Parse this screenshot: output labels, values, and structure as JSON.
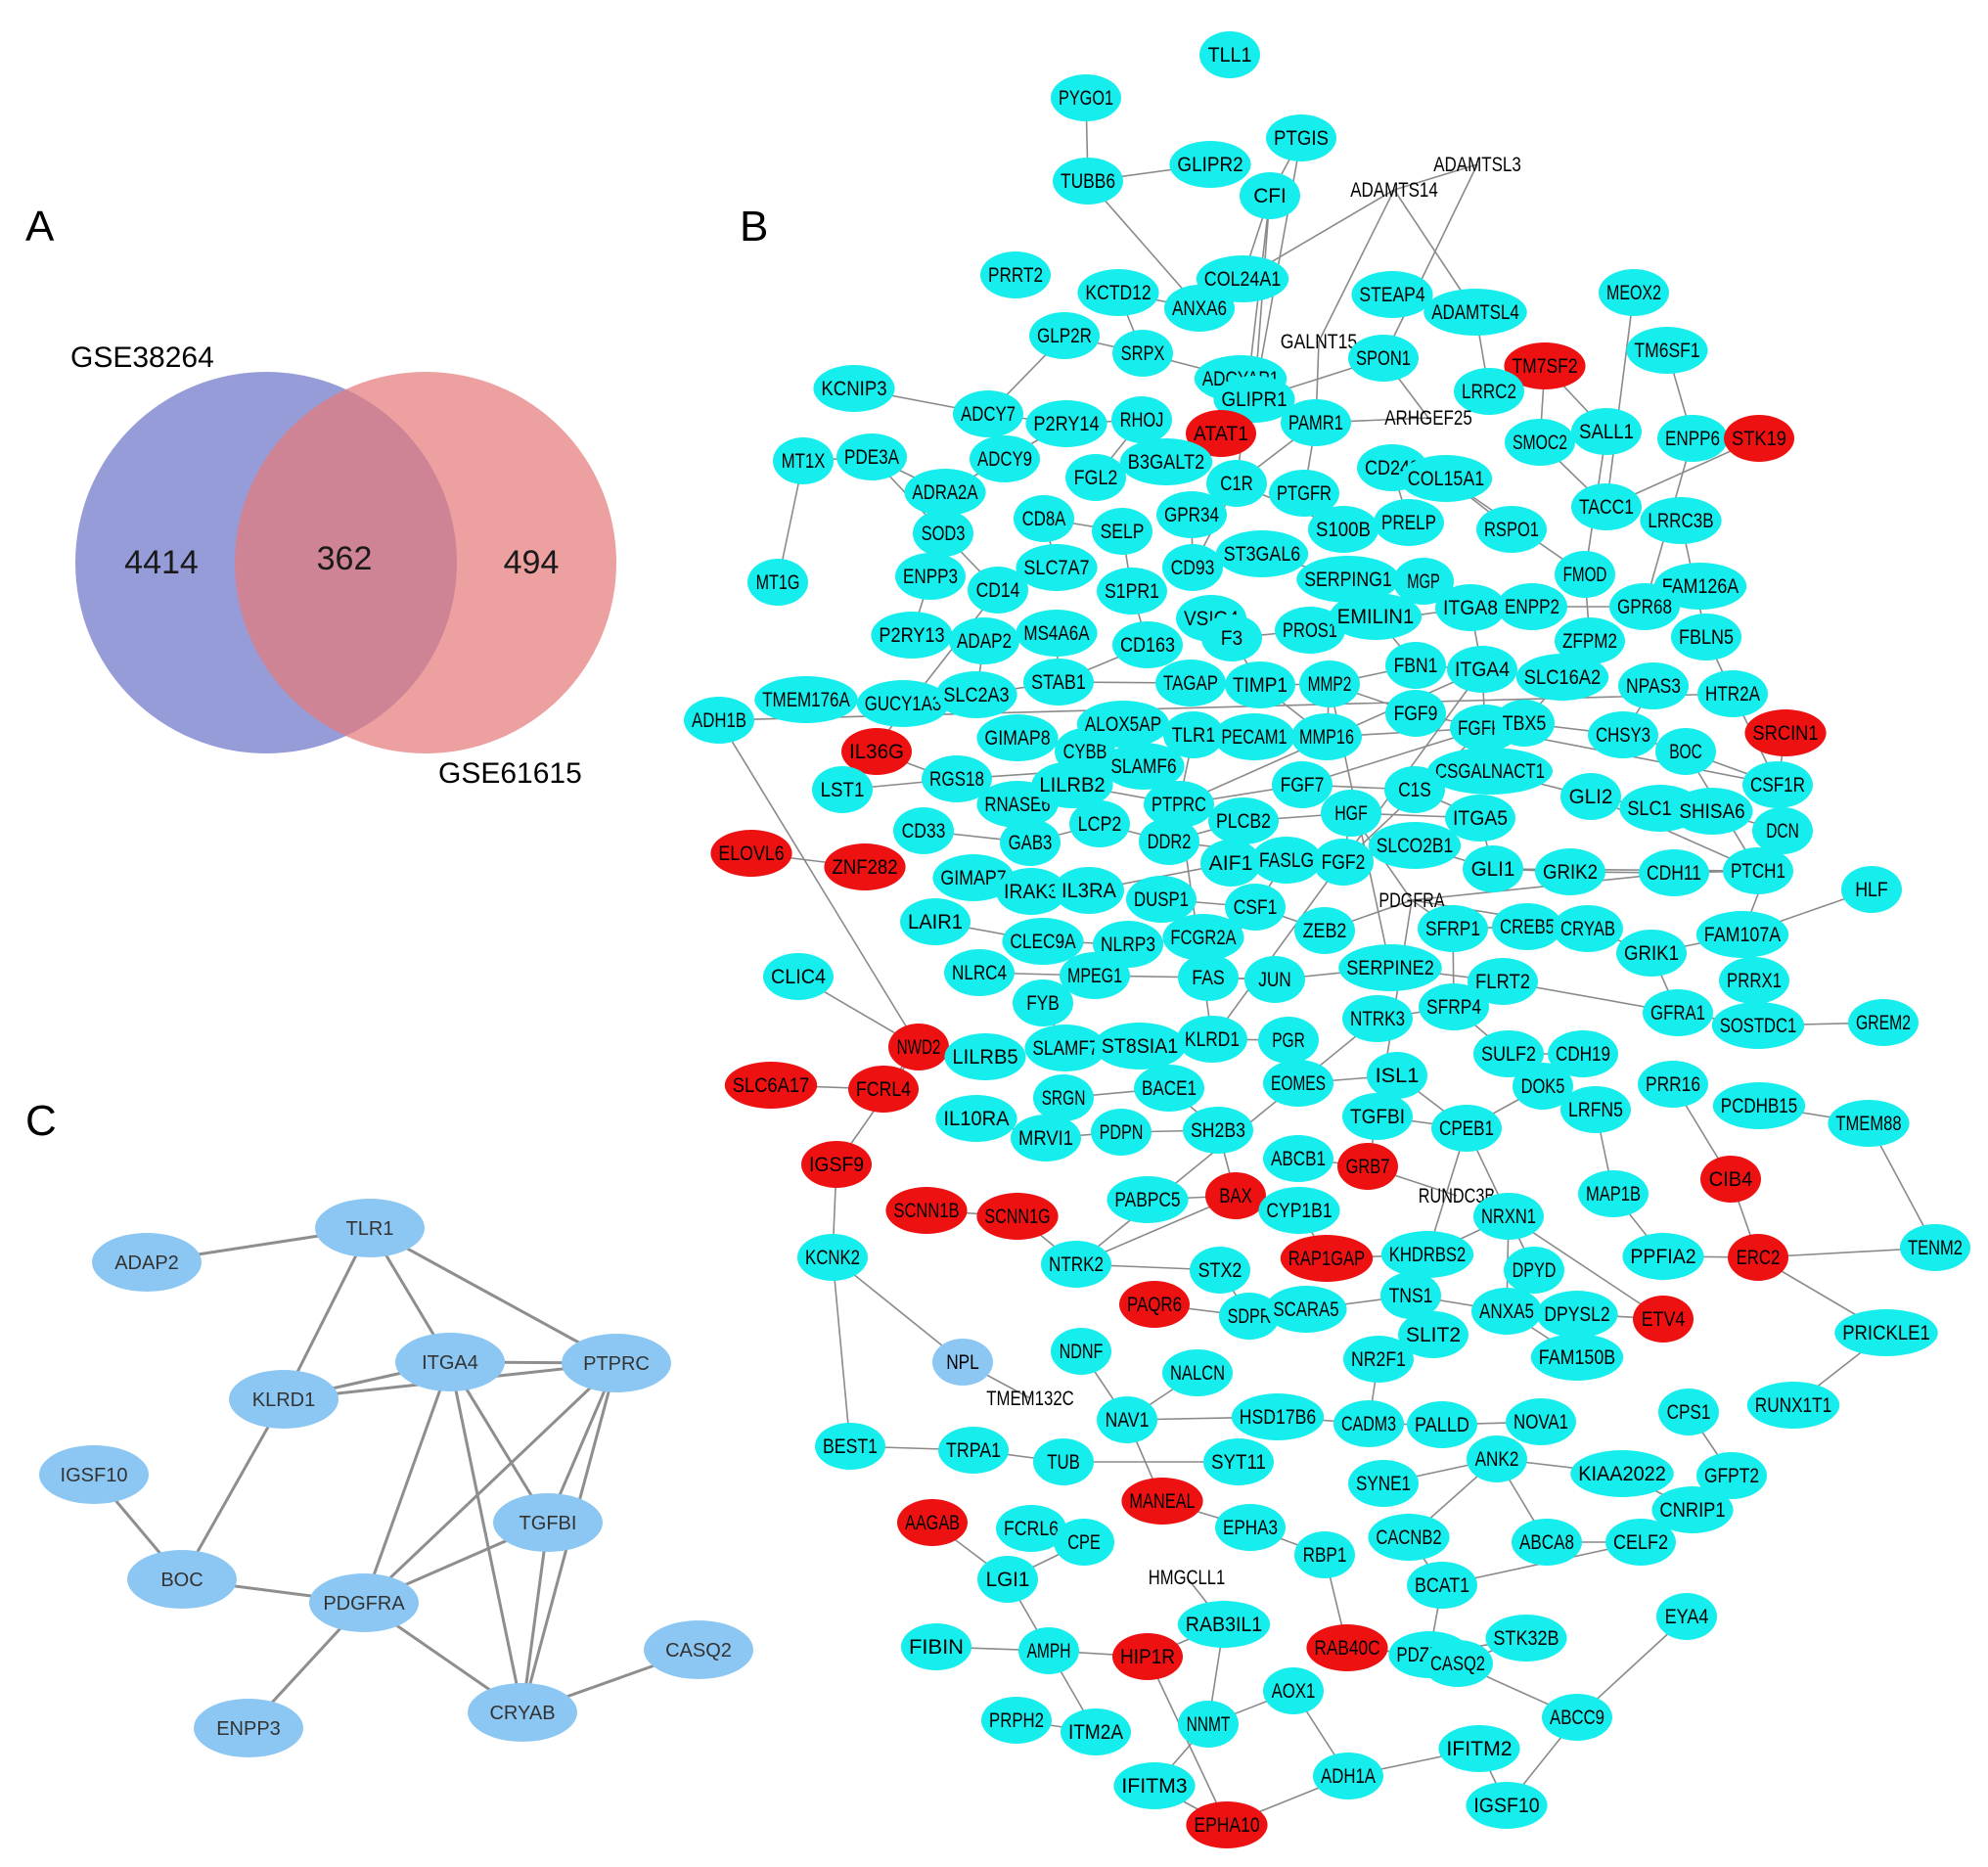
{
  "panels": {
    "a": "A",
    "b": "B",
    "c": "C"
  },
  "venn": {
    "left_set": "GSE38264",
    "right_set": "GSE61615",
    "left_only": "4414",
    "intersection": "362",
    "right_only": "494",
    "left_color": "#7f86cf",
    "right_color": "#e47b7b",
    "overlap_color": "#a65468"
  },
  "network": {
    "node_colors": {
      "cyan": "#16eded",
      "red": "#ee1111",
      "lightblue": "#8cc7f3"
    },
    "nodes": [
      {
        "id": "TLL1",
        "c": "cyan"
      },
      {
        "id": "PYGO1",
        "c": "cyan"
      },
      {
        "id": "PTGIS",
        "c": "cyan"
      },
      {
        "id": "ADAMTSL3",
        "c": "none"
      },
      {
        "id": "TUBB6",
        "c": "cyan"
      },
      {
        "id": "GLIPR2",
        "c": "cyan"
      },
      {
        "id": "CFI",
        "c": "cyan"
      },
      {
        "id": "ADAMTS14",
        "c": "none"
      },
      {
        "id": "PRRT2",
        "c": "cyan"
      },
      {
        "id": "KCTD12",
        "c": "cyan"
      },
      {
        "id": "ANXA6",
        "c": "cyan"
      },
      {
        "id": "COL24A1",
        "c": "cyan"
      },
      {
        "id": "STEAP4",
        "c": "cyan"
      },
      {
        "id": "ADAMTSL4",
        "c": "cyan"
      },
      {
        "id": "MEOX2",
        "c": "cyan"
      },
      {
        "id": "GLP2R",
        "c": "cyan"
      },
      {
        "id": "SRPX",
        "c": "cyan"
      },
      {
        "id": "GALNT15",
        "c": "none"
      },
      {
        "id": "SPON1",
        "c": "cyan"
      },
      {
        "id": "TM7SF2",
        "c": "red"
      },
      {
        "id": "TM6SF1",
        "c": "cyan"
      },
      {
        "id": "KCNIP3",
        "c": "cyan"
      },
      {
        "id": "ADCYAP1",
        "c": "cyan"
      },
      {
        "id": "GLIPR1",
        "c": "cyan"
      },
      {
        "id": "LRRC2",
        "c": "cyan"
      },
      {
        "id": "ADCY7",
        "c": "cyan"
      },
      {
        "id": "P2RY14",
        "c": "cyan"
      },
      {
        "id": "RHOJ",
        "c": "cyan"
      },
      {
        "id": "ATAT1",
        "c": "red"
      },
      {
        "id": "PAMR1",
        "c": "cyan"
      },
      {
        "id": "ARHGEF25",
        "c": "none"
      },
      {
        "id": "SALL1",
        "c": "cyan"
      },
      {
        "id": "SMOC2",
        "c": "cyan"
      },
      {
        "id": "ENPP6",
        "c": "cyan"
      },
      {
        "id": "STK19",
        "c": "red"
      },
      {
        "id": "MT1X",
        "c": "cyan"
      },
      {
        "id": "PDE3A",
        "c": "cyan"
      },
      {
        "id": "ADCY9",
        "c": "cyan"
      },
      {
        "id": "B3GALT2",
        "c": "cyan"
      },
      {
        "id": "ADRA2A",
        "c": "cyan"
      },
      {
        "id": "FGL2",
        "c": "cyan"
      },
      {
        "id": "C1R",
        "c": "cyan"
      },
      {
        "id": "CD248",
        "c": "cyan"
      },
      {
        "id": "COL15A1",
        "c": "cyan"
      },
      {
        "id": "PTGFR",
        "c": "cyan"
      },
      {
        "id": "TACC1",
        "c": "cyan"
      },
      {
        "id": "SOD3",
        "c": "cyan"
      },
      {
        "id": "CD8A",
        "c": "cyan"
      },
      {
        "id": "SELP",
        "c": "cyan"
      },
      {
        "id": "GPR34",
        "c": "cyan"
      },
      {
        "id": "S100B",
        "c": "cyan"
      },
      {
        "id": "PRELP",
        "c": "cyan"
      },
      {
        "id": "RSPO1",
        "c": "cyan"
      },
      {
        "id": "LRRC3B",
        "c": "cyan"
      },
      {
        "id": "MT1G",
        "c": "cyan"
      },
      {
        "id": "ENPP3",
        "c": "cyan"
      },
      {
        "id": "CD14",
        "c": "cyan"
      },
      {
        "id": "SLC7A7",
        "c": "cyan"
      },
      {
        "id": "CD93",
        "c": "cyan"
      },
      {
        "id": "ST3GAL6",
        "c": "cyan"
      },
      {
        "id": "SERPING1",
        "c": "cyan"
      },
      {
        "id": "MGP",
        "c": "cyan"
      },
      {
        "id": "FMOD",
        "c": "cyan"
      },
      {
        "id": "FAM126A",
        "c": "cyan"
      },
      {
        "id": "S1PR1",
        "c": "cyan"
      },
      {
        "id": "VSIG4",
        "c": "cyan"
      },
      {
        "id": "ITGA8",
        "c": "cyan"
      },
      {
        "id": "ENPP2",
        "c": "cyan"
      },
      {
        "id": "GPR68",
        "c": "cyan"
      },
      {
        "id": "P2RY13",
        "c": "cyan"
      },
      {
        "id": "ADAP2",
        "c": "cyan"
      },
      {
        "id": "MS4A6A",
        "c": "cyan"
      },
      {
        "id": "CD163",
        "c": "cyan"
      },
      {
        "id": "F3",
        "c": "cyan"
      },
      {
        "id": "PROS1",
        "c": "cyan"
      },
      {
        "id": "EMILIN1",
        "c": "cyan"
      },
      {
        "id": "ZFPM2",
        "c": "cyan"
      },
      {
        "id": "FBLN5",
        "c": "cyan"
      },
      {
        "id": "ADH1B",
        "c": "cyan"
      },
      {
        "id": "TMEM176A",
        "c": "cyan"
      },
      {
        "id": "GUCY1A3",
        "c": "cyan"
      },
      {
        "id": "SLC2A3",
        "c": "cyan"
      },
      {
        "id": "STAB1",
        "c": "cyan"
      },
      {
        "id": "TAGAP",
        "c": "cyan"
      },
      {
        "id": "TIMP1",
        "c": "cyan"
      },
      {
        "id": "MMP2",
        "c": "cyan"
      },
      {
        "id": "FBN1",
        "c": "cyan"
      },
      {
        "id": "ITGA4",
        "c": "cyan"
      },
      {
        "id": "SLC16A2",
        "c": "cyan"
      },
      {
        "id": "NPAS3",
        "c": "cyan"
      },
      {
        "id": "HTR2A",
        "c": "cyan"
      },
      {
        "id": "IL36G",
        "c": "red"
      },
      {
        "id": "GIMAP8",
        "c": "cyan"
      },
      {
        "id": "CYBB",
        "c": "cyan"
      },
      {
        "id": "ALOX5AP",
        "c": "cyan"
      },
      {
        "id": "TLR1",
        "c": "cyan"
      },
      {
        "id": "PECAM1",
        "c": "cyan"
      },
      {
        "id": "MMP16",
        "c": "cyan"
      },
      {
        "id": "FGF9",
        "c": "cyan"
      },
      {
        "id": "FGFR1",
        "c": "cyan"
      },
      {
        "id": "TBX5",
        "c": "cyan"
      },
      {
        "id": "CHSY3",
        "c": "cyan"
      },
      {
        "id": "SRCIN1",
        "c": "red"
      },
      {
        "id": "LST1",
        "c": "cyan"
      },
      {
        "id": "RGS18",
        "c": "cyan"
      },
      {
        "id": "SLAMF6",
        "c": "cyan"
      },
      {
        "id": "CSGALNACT1",
        "c": "cyan"
      },
      {
        "id": "BOC",
        "c": "cyan"
      },
      {
        "id": "CSF1R",
        "c": "cyan"
      },
      {
        "id": "ELOVL6",
        "c": "red"
      },
      {
        "id": "RNASE6",
        "c": "cyan"
      },
      {
        "id": "LILRB2",
        "c": "cyan"
      },
      {
        "id": "PTPRC",
        "c": "cyan"
      },
      {
        "id": "FGF7",
        "c": "cyan"
      },
      {
        "id": "C1S",
        "c": "cyan"
      },
      {
        "id": "GLI2",
        "c": "cyan"
      },
      {
        "id": "SLC1A2",
        "c": "cyan"
      },
      {
        "id": "SHISA6",
        "c": "cyan"
      },
      {
        "id": "CD33",
        "c": "cyan"
      },
      {
        "id": "ZNF282",
        "c": "red"
      },
      {
        "id": "GAB3",
        "c": "cyan"
      },
      {
        "id": "LCP2",
        "c": "cyan"
      },
      {
        "id": "DDR2",
        "c": "cyan"
      },
      {
        "id": "PLCB2",
        "c": "cyan"
      },
      {
        "id": "HGF",
        "c": "cyan"
      },
      {
        "id": "ITGA5",
        "c": "cyan"
      },
      {
        "id": "DCN",
        "c": "cyan"
      },
      {
        "id": "GIMAP7",
        "c": "cyan"
      },
      {
        "id": "IRAK3",
        "c": "cyan"
      },
      {
        "id": "IL3RA",
        "c": "cyan"
      },
      {
        "id": "AIF1",
        "c": "cyan"
      },
      {
        "id": "FASLG",
        "c": "cyan"
      },
      {
        "id": "FGF2",
        "c": "cyan"
      },
      {
        "id": "SLCO2B1",
        "c": "cyan"
      },
      {
        "id": "GLI1",
        "c": "cyan"
      },
      {
        "id": "GRIK2",
        "c": "cyan"
      },
      {
        "id": "CDH11",
        "c": "cyan"
      },
      {
        "id": "PTCH1",
        "c": "cyan"
      },
      {
        "id": "HLF",
        "c": "cyan"
      },
      {
        "id": "LAIR1",
        "c": "cyan"
      },
      {
        "id": "DUSP1",
        "c": "cyan"
      },
      {
        "id": "CSF1",
        "c": "cyan"
      },
      {
        "id": "PDGFRA",
        "c": "none"
      },
      {
        "id": "CLEC9A",
        "c": "cyan"
      },
      {
        "id": "NLRP3",
        "c": "cyan"
      },
      {
        "id": "FCGR2A",
        "c": "cyan"
      },
      {
        "id": "ZEB2",
        "c": "cyan"
      },
      {
        "id": "SFRP1",
        "c": "cyan"
      },
      {
        "id": "CREB5",
        "c": "cyan"
      },
      {
        "id": "CRYAB",
        "c": "cyan"
      },
      {
        "id": "GRIK1",
        "c": "cyan"
      },
      {
        "id": "FAM107A",
        "c": "cyan"
      },
      {
        "id": "NLRC4",
        "c": "cyan"
      },
      {
        "id": "MPEG1",
        "c": "cyan"
      },
      {
        "id": "FAS",
        "c": "cyan"
      },
      {
        "id": "JUN",
        "c": "cyan"
      },
      {
        "id": "SERPINE2",
        "c": "cyan"
      },
      {
        "id": "FLRT2",
        "c": "cyan"
      },
      {
        "id": "PRRX1",
        "c": "cyan"
      },
      {
        "id": "CLIC4",
        "c": "cyan"
      },
      {
        "id": "FYB",
        "c": "cyan"
      },
      {
        "id": "NTRK3",
        "c": "cyan"
      },
      {
        "id": "SFRP4",
        "c": "cyan"
      },
      {
        "id": "GFRA1",
        "c": "cyan"
      },
      {
        "id": "SOSTDC1",
        "c": "cyan"
      },
      {
        "id": "GREM2",
        "c": "cyan"
      },
      {
        "id": "NWD2",
        "c": "red"
      },
      {
        "id": "LILRB5",
        "c": "cyan"
      },
      {
        "id": "SLAMF7",
        "c": "cyan"
      },
      {
        "id": "ST8SIA1",
        "c": "cyan"
      },
      {
        "id": "KLRD1",
        "c": "cyan"
      },
      {
        "id": "PGR",
        "c": "cyan"
      },
      {
        "id": "SULF2",
        "c": "cyan"
      },
      {
        "id": "CDH19",
        "c": "cyan"
      },
      {
        "id": "SLC6A17",
        "c": "red"
      },
      {
        "id": "FCRL4",
        "c": "red"
      },
      {
        "id": "SRGN",
        "c": "cyan"
      },
      {
        "id": "BACE1",
        "c": "cyan"
      },
      {
        "id": "EOMES",
        "c": "cyan"
      },
      {
        "id": "ISL1",
        "c": "cyan"
      },
      {
        "id": "DOK5",
        "c": "cyan"
      },
      {
        "id": "PRR16",
        "c": "cyan"
      },
      {
        "id": "PCDHB15",
        "c": "cyan"
      },
      {
        "id": "IL10RA",
        "c": "cyan"
      },
      {
        "id": "MRVI1",
        "c": "cyan"
      },
      {
        "id": "PDPN",
        "c": "cyan"
      },
      {
        "id": "SH2B3",
        "c": "cyan"
      },
      {
        "id": "TGFBI",
        "c": "cyan"
      },
      {
        "id": "CPEB1",
        "c": "cyan"
      },
      {
        "id": "LRFN5",
        "c": "cyan"
      },
      {
        "id": "TMEM88",
        "c": "cyan"
      },
      {
        "id": "IGSF9",
        "c": "red"
      },
      {
        "id": "ABCB1",
        "c": "cyan"
      },
      {
        "id": "GRB7",
        "c": "red"
      },
      {
        "id": "RUNDC3B",
        "c": "none"
      },
      {
        "id": "CIB4",
        "c": "red"
      },
      {
        "id": "SCNN1B",
        "c": "red"
      },
      {
        "id": "SCNN1G",
        "c": "red"
      },
      {
        "id": "PABPC5",
        "c": "cyan"
      },
      {
        "id": "BAX",
        "c": "red"
      },
      {
        "id": "CYP1B1",
        "c": "cyan"
      },
      {
        "id": "MAP1B",
        "c": "cyan"
      },
      {
        "id": "KCNK2",
        "c": "cyan"
      },
      {
        "id": "NTRK2",
        "c": "cyan"
      },
      {
        "id": "STX2",
        "c": "cyan"
      },
      {
        "id": "RAP1GAP",
        "c": "red"
      },
      {
        "id": "KHDRBS2",
        "c": "cyan"
      },
      {
        "id": "NRXN1",
        "c": "cyan"
      },
      {
        "id": "DPYD",
        "c": "cyan"
      },
      {
        "id": "PPFIA2",
        "c": "cyan"
      },
      {
        "id": "ERC2",
        "c": "red"
      },
      {
        "id": "TENM2",
        "c": "cyan"
      },
      {
        "id": "PAQR6",
        "c": "red"
      },
      {
        "id": "SDPR",
        "c": "cyan"
      },
      {
        "id": "SCARA5",
        "c": "cyan"
      },
      {
        "id": "TNS1",
        "c": "cyan"
      },
      {
        "id": "ANXA5",
        "c": "cyan"
      },
      {
        "id": "DPYSL2",
        "c": "cyan"
      },
      {
        "id": "ETV4",
        "c": "red"
      },
      {
        "id": "NPL",
        "c": "lightblue"
      },
      {
        "id": "NDNF",
        "c": "cyan"
      },
      {
        "id": "SLIT2",
        "c": "cyan"
      },
      {
        "id": "NR2F1",
        "c": "cyan"
      },
      {
        "id": "FAM150B",
        "c": "cyan"
      },
      {
        "id": "PRICKLE1",
        "c": "cyan"
      },
      {
        "id": "TMEM132C",
        "c": "none"
      },
      {
        "id": "NALCN",
        "c": "cyan"
      },
      {
        "id": "NAV1",
        "c": "cyan"
      },
      {
        "id": "HSD17B6",
        "c": "cyan"
      },
      {
        "id": "CADM3",
        "c": "cyan"
      },
      {
        "id": "PALLD",
        "c": "cyan"
      },
      {
        "id": "NOVA1",
        "c": "cyan"
      },
      {
        "id": "CPS1",
        "c": "cyan"
      },
      {
        "id": "RUNX1T1",
        "c": "cyan"
      },
      {
        "id": "BEST1",
        "c": "cyan"
      },
      {
        "id": "TRPA1",
        "c": "cyan"
      },
      {
        "id": "TUB",
        "c": "cyan"
      },
      {
        "id": "SYT11",
        "c": "cyan"
      },
      {
        "id": "SYNE1",
        "c": "cyan"
      },
      {
        "id": "ANK2",
        "c": "cyan"
      },
      {
        "id": "KIAA2022",
        "c": "cyan"
      },
      {
        "id": "GFPT2",
        "c": "cyan"
      },
      {
        "id": "MANEAL",
        "c": "red"
      },
      {
        "id": "AAGAB",
        "c": "red"
      },
      {
        "id": "FCRL6",
        "c": "cyan"
      },
      {
        "id": "CPE",
        "c": "cyan"
      },
      {
        "id": "EPHA3",
        "c": "cyan"
      },
      {
        "id": "CACNB2",
        "c": "cyan"
      },
      {
        "id": "CNRIP1",
        "c": "cyan"
      },
      {
        "id": "CELF2",
        "c": "cyan"
      },
      {
        "id": "ABCA8",
        "c": "cyan"
      },
      {
        "id": "LGI1",
        "c": "cyan"
      },
      {
        "id": "HMGCLL1",
        "c": "none"
      },
      {
        "id": "RBP1",
        "c": "cyan"
      },
      {
        "id": "BCAT1",
        "c": "cyan"
      },
      {
        "id": "EYA4",
        "c": "cyan"
      },
      {
        "id": "FIBIN",
        "c": "cyan"
      },
      {
        "id": "AMPH",
        "c": "cyan"
      },
      {
        "id": "HIP1R",
        "c": "red"
      },
      {
        "id": "RAB3IL1",
        "c": "cyan"
      },
      {
        "id": "RAB40C",
        "c": "red"
      },
      {
        "id": "PDZRN4",
        "c": "cyan"
      },
      {
        "id": "STK32B",
        "c": "cyan"
      },
      {
        "id": "CASQ2",
        "c": "cyan"
      },
      {
        "id": "AOX1",
        "c": "cyan"
      },
      {
        "id": "PRPH2",
        "c": "cyan"
      },
      {
        "id": "ITM2A",
        "c": "cyan"
      },
      {
        "id": "NNMT",
        "c": "cyan"
      },
      {
        "id": "ABCC9",
        "c": "cyan"
      },
      {
        "id": "IFITM2",
        "c": "cyan"
      },
      {
        "id": "IFITM3",
        "c": "cyan"
      },
      {
        "id": "ADH1A",
        "c": "cyan"
      },
      {
        "id": "IGSF10",
        "c": "cyan"
      },
      {
        "id": "EPHA10",
        "c": "red"
      }
    ]
  },
  "subnetwork": {
    "node_color": "#8cc7f3",
    "nodes": [
      {
        "id": "ADAP2"
      },
      {
        "id": "TLR1"
      },
      {
        "id": "ITGA4"
      },
      {
        "id": "PTPRC"
      },
      {
        "id": "KLRD1"
      },
      {
        "id": "IGSF10"
      },
      {
        "id": "TGFBI"
      },
      {
        "id": "BOC"
      },
      {
        "id": "PDGFRA"
      },
      {
        "id": "CASQ2"
      },
      {
        "id": "ENPP3"
      },
      {
        "id": "CRYAB"
      }
    ],
    "edges": [
      [
        "ADAP2",
        "TLR1"
      ],
      [
        "TLR1",
        "ITGA4"
      ],
      [
        "TLR1",
        "PTPRC"
      ],
      [
        "TLR1",
        "KLRD1"
      ],
      [
        "KLRD1",
        "ITGA4"
      ],
      [
        "KLRD1",
        "PTPRC"
      ],
      [
        "KLRD1",
        "BOC"
      ],
      [
        "ITGA4",
        "PTPRC"
      ],
      [
        "ITGA4",
        "TGFBI"
      ],
      [
        "ITGA4",
        "PDGFRA"
      ],
      [
        "ITGA4",
        "CRYAB"
      ],
      [
        "PTPRC",
        "PDGFRA"
      ],
      [
        "PTPRC",
        "CRYAB"
      ],
      [
        "PTPRC",
        "TGFBI"
      ],
      [
        "TGFBI",
        "PDGFRA"
      ],
      [
        "TGFBI",
        "CRYAB"
      ],
      [
        "IGSF10",
        "BOC"
      ],
      [
        "BOC",
        "PDGFRA"
      ],
      [
        "PDGFRA",
        "CRYAB"
      ],
      [
        "PDGFRA",
        "ENPP3"
      ],
      [
        "CRYAB",
        "CASQ2"
      ]
    ]
  }
}
